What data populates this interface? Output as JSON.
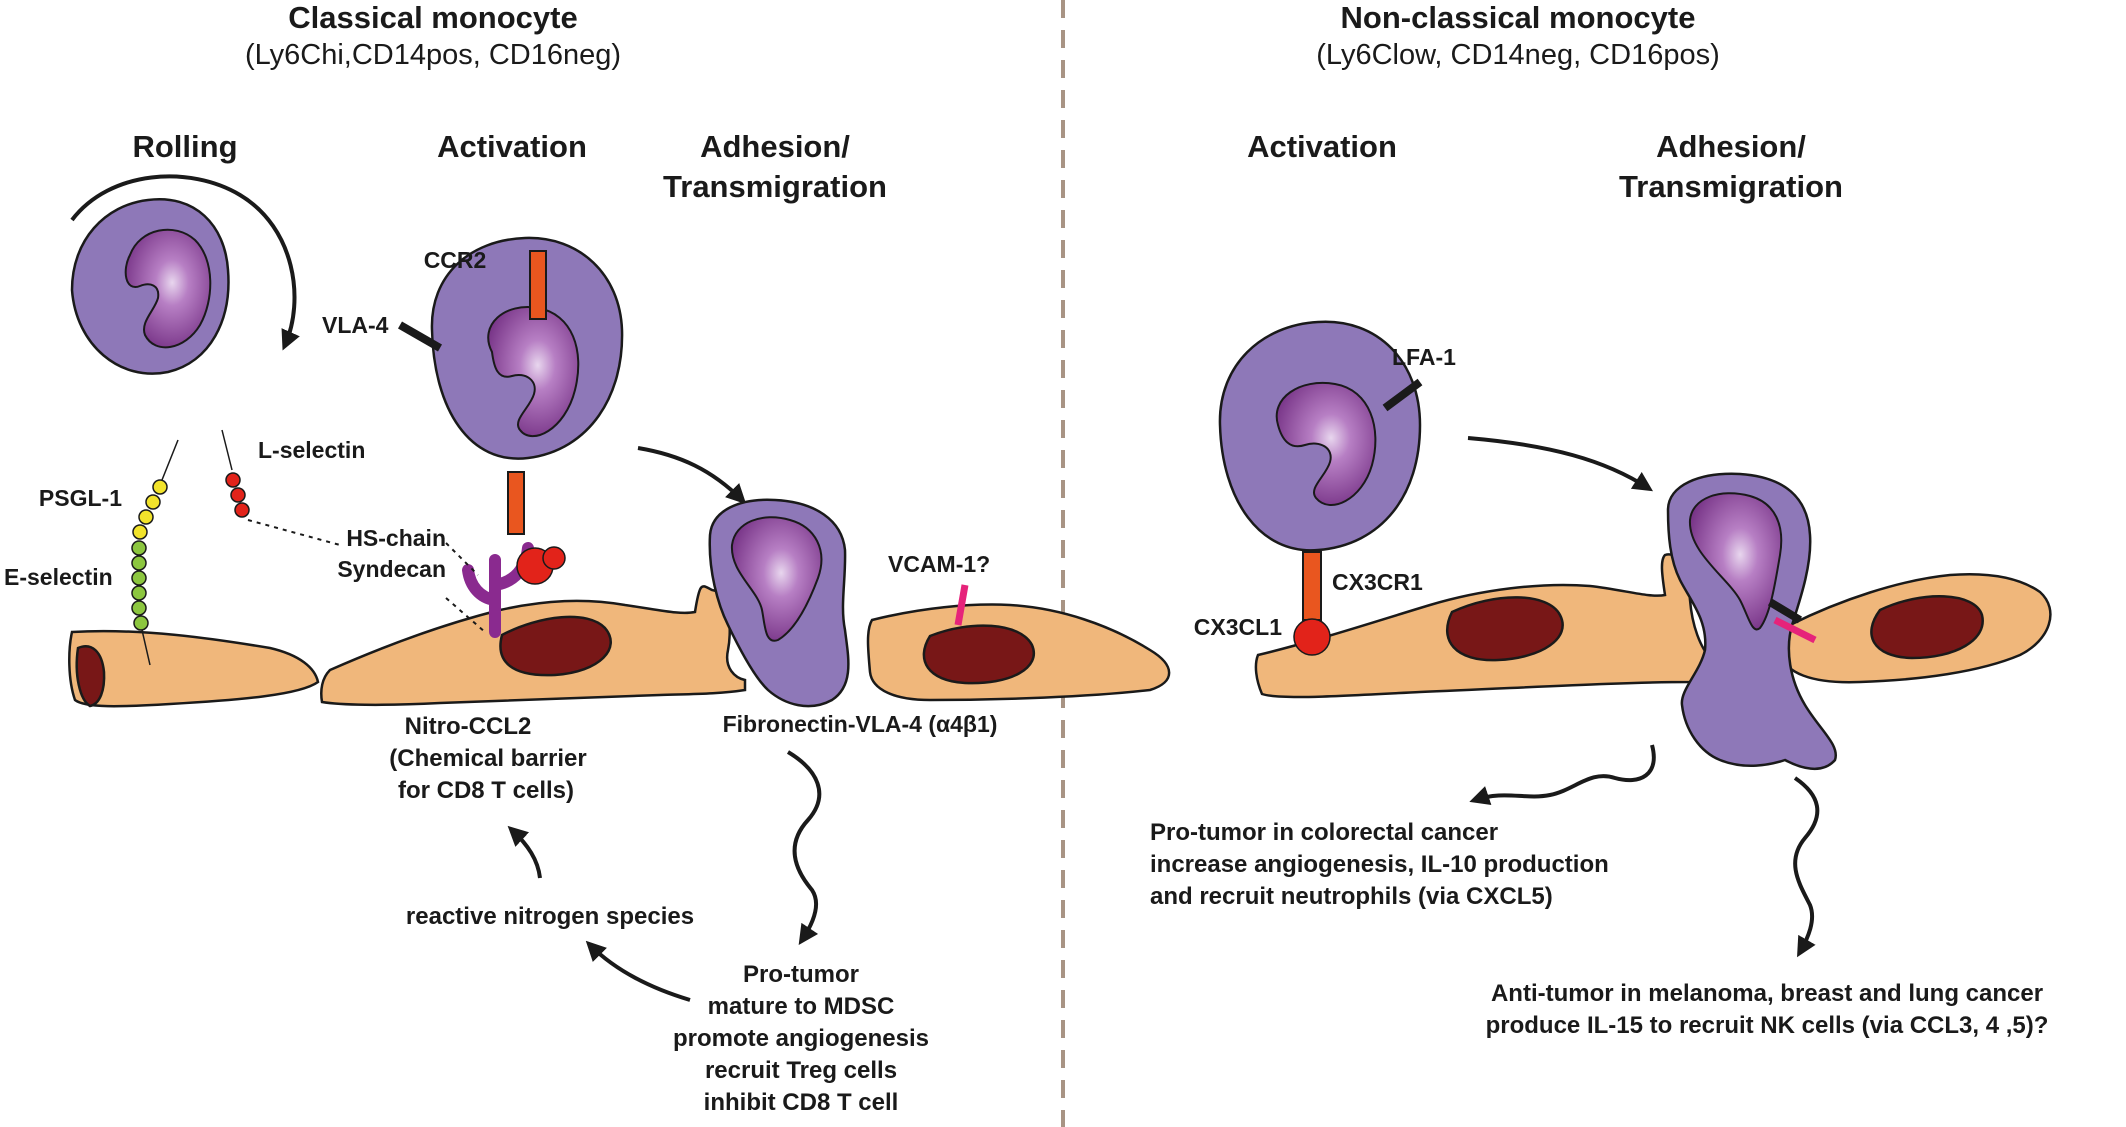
{
  "headers": {
    "left_title": "Classical monocyte",
    "left_subtitle": "(Ly6Chi,CD14pos, CD16neg)",
    "right_title": "Non-classical monocyte",
    "right_subtitle": "(Ly6Clow, CD14neg, CD16pos)"
  },
  "stages": {
    "rolling": "Rolling",
    "activation_left": "Activation",
    "adhesion_left_1": "Adhesion/",
    "adhesion_left_2": "Transmigration",
    "activation_right": "Activation",
    "adhesion_right_1": "Adhesion/",
    "adhesion_right_2": "Transmigration"
  },
  "labels": {
    "psgl1": "PSGL-1",
    "l_selectin": "L-selectin",
    "e_selectin": "E-selectin",
    "hs_chain": "HS-chain",
    "syndecan": "Syndecan",
    "ccr2": "CCR2",
    "vla4": "VLA-4",
    "vcam1": "VCAM-1?",
    "lfa1": "LFA-1",
    "cx3cr1": "CX3CR1",
    "cx3cl1": "CX3CL1",
    "fibronectin": "Fibronectin-VLA-4 (α4β1)"
  },
  "notes": {
    "nitro_ccl2": [
      "Nitro-CCL2",
      "(Chemical barrier",
      "for CD8 T cells)"
    ],
    "rns": "reactive nitrogen species",
    "protumor_left": [
      "Pro-tumor",
      "mature to MDSC",
      "promote angiogenesis",
      "recruit Treg cells",
      "inhibit CD8 T cell"
    ],
    "colorectal": [
      "Pro-tumor in colorectal cancer",
      "increase angiogenesis, IL-10 production",
      "and recruit neutrophils (via CXCL5)"
    ],
    "antitumor": [
      "Anti-tumor in melanoma, breast and lung cancer",
      "produce IL-15 to recruit NK cells (via CCL3, 4 ,5)?"
    ]
  },
  "colors": {
    "monocyte": "#8e78b8",
    "nucleus_core": "#7b2b87",
    "endothelium": "#f0b77b",
    "endo_nucleus": "#781717",
    "receptor": "#e9561f",
    "psgl1": "#f2e32b",
    "e_selectin": "#8cc63f",
    "l_selectin": "#e2231a",
    "syndecan": "#8a2a8f",
    "vcam": "#e6237a",
    "divider": "#a89484"
  }
}
